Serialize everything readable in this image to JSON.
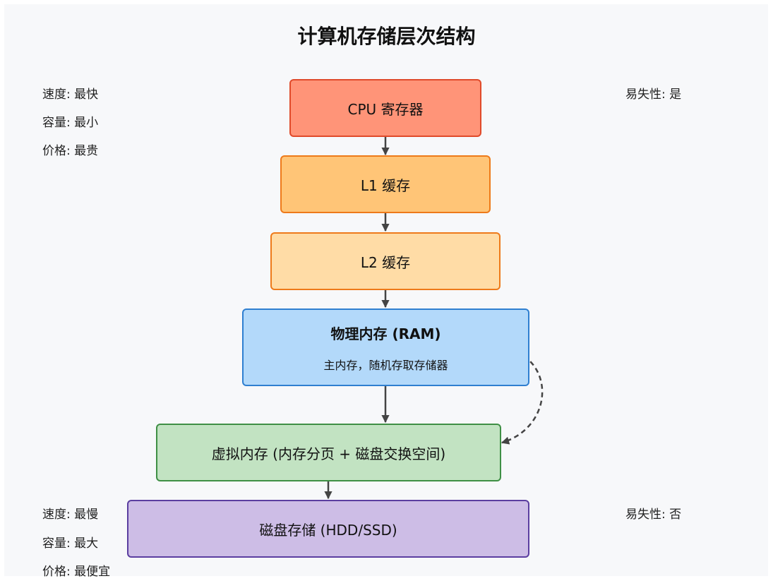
{
  "title": "计算机存储层次结构",
  "top_left": {
    "speed": "速度: 最快",
    "capacity": "容量: 最小",
    "price": "价格: 最贵"
  },
  "top_right": {
    "volatile": "易失性: 是"
  },
  "bottom_left": {
    "speed": "速度: 最慢",
    "capacity": "容量: 最大",
    "price": "价格: 最便宜"
  },
  "bottom_right": {
    "volatile": "易失性: 否"
  },
  "nodes": {
    "cpu": {
      "label": "CPU 寄存器",
      "fill": "#ff9478",
      "stroke": "#e04a2a"
    },
    "l1": {
      "label": "L1 缓存",
      "fill": "#ffc577",
      "stroke": "#ee7a1a"
    },
    "l2": {
      "label": "L2 缓存",
      "fill": "#ffdca6",
      "stroke": "#ee7a1a"
    },
    "ram": {
      "label": "物理内存 (RAM)",
      "sublabel": "主内存，随机存取存储器",
      "fill": "#b3d9fa",
      "stroke": "#2f7fd0"
    },
    "vm": {
      "label": "虚拟内存 (内存分页 + 磁盘交换空间)",
      "fill": "#c2e3c2",
      "stroke": "#3f8f45"
    },
    "disk": {
      "label": "磁盘存储 (HDD/SSD)",
      "fill": "#cdbde6",
      "stroke": "#5b3ea0"
    }
  },
  "colors": {
    "arrow": "#444444",
    "background": "#f7f8fa"
  }
}
